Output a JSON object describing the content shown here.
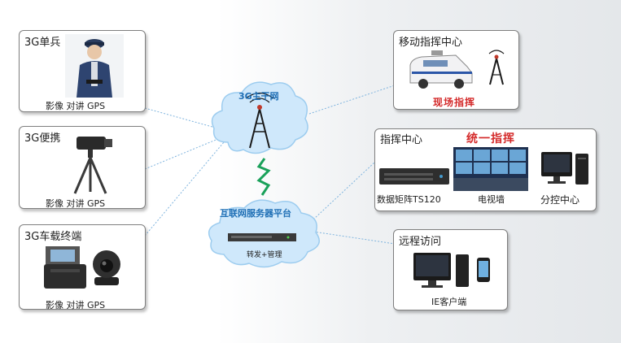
{
  "left_boxes": [
    {
      "title": "3G单兵",
      "caption": "影像  对讲  GPS"
    },
    {
      "title": "3G便携",
      "caption": "影像  对讲  GPS"
    },
    {
      "title": "3G车载终端",
      "caption": "影像  对讲  GPS"
    }
  ],
  "cloud_top": {
    "label": "3G主干网"
  },
  "cloud_bottom": {
    "label": "互联网服务器平台",
    "caption": "转发+管理"
  },
  "right_boxes": {
    "mobile": {
      "title": "移动指挥中心",
      "banner": "现场指挥"
    },
    "command": {
      "title": "指挥中心",
      "banner": "统一指挥",
      "items": [
        "数据矩阵TS120",
        "电视墙",
        "分控中心"
      ]
    },
    "remote": {
      "title": "远程访问",
      "caption": "IE客户端"
    }
  },
  "colors": {
    "cloud": "#cfe8fb",
    "label_blue": "#1f6fb5",
    "banner_red": "#d42a2a",
    "line": "#7fb4de"
  }
}
